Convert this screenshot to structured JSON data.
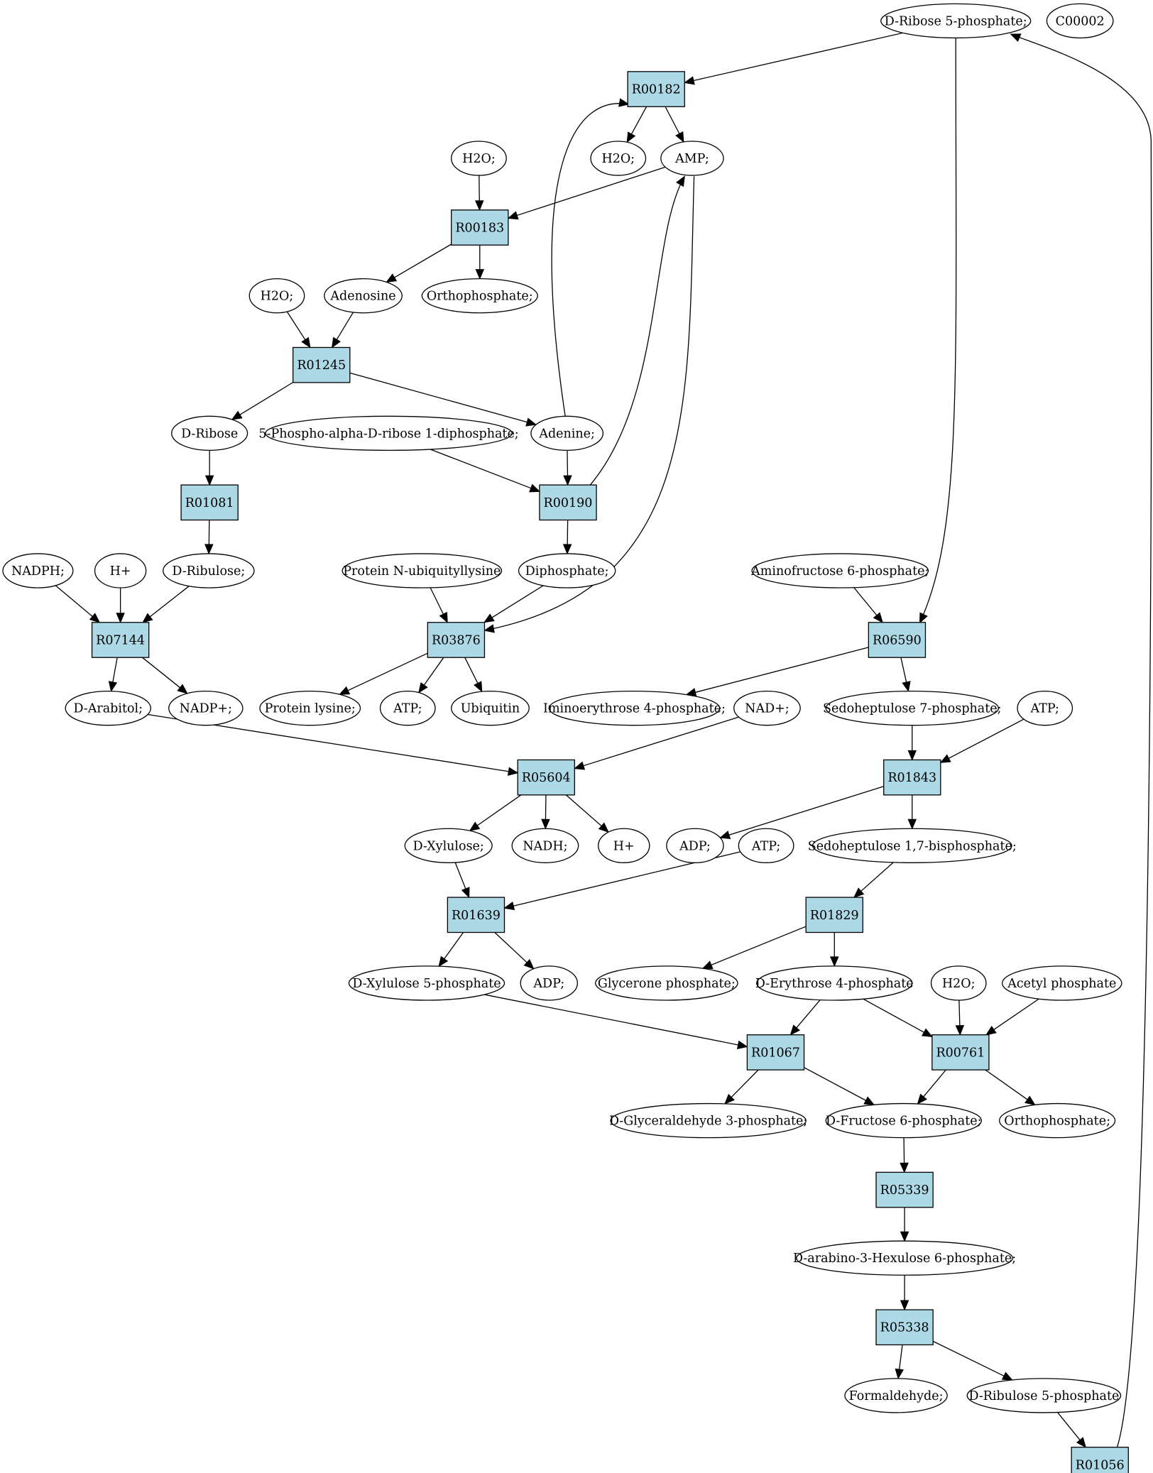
{
  "colors": {
    "reaction_fill": "#add8e6",
    "compound_fill": "#ffffff",
    "highlight_green": "#00ff00",
    "highlight_yellow": "#ffff00",
    "line": "#000000"
  },
  "compounds": [
    {
      "id": "c_rib5p",
      "label": "D-Ribose 5-phosphate;",
      "fill": "#00ff00"
    },
    {
      "id": "c_c00002",
      "label": "C00002",
      "fill": "#ffff00"
    },
    {
      "id": "c_h2o_1",
      "label": "H2O;"
    },
    {
      "id": "c_amp",
      "label": "AMP;"
    },
    {
      "id": "c_h2o_2",
      "label": "H2O;"
    },
    {
      "id": "c_h2o_3",
      "label": "H2O;"
    },
    {
      "id": "c_adenosine",
      "label": "Adenosine"
    },
    {
      "id": "c_ortho_1",
      "label": "Orthophosphate;"
    },
    {
      "id": "c_dribose",
      "label": "D-Ribose"
    },
    {
      "id": "c_prpp",
      "label": "5-Phospho-alpha-D-ribose 1-diphosphate;"
    },
    {
      "id": "c_adenine",
      "label": "Adenine;"
    },
    {
      "id": "c_nadph",
      "label": "NADPH;"
    },
    {
      "id": "c_hplus_1",
      "label": "H+"
    },
    {
      "id": "c_dribulose",
      "label": "D-Ribulose;"
    },
    {
      "id": "c_protubq",
      "label": "Protein N-ubiquityllysine"
    },
    {
      "id": "c_diphos",
      "label": "Diphosphate;"
    },
    {
      "id": "c_aminof6p",
      "label": "Aminofructose 6-phosphate;"
    },
    {
      "id": "c_darabitol",
      "label": "D-Arabitol;"
    },
    {
      "id": "c_nadpplus",
      "label": "NADP+;"
    },
    {
      "id": "c_protlys",
      "label": "Protein lysine;"
    },
    {
      "id": "c_atp_1",
      "label": "ATP;"
    },
    {
      "id": "c_ubiquitin",
      "label": "Ubiquitin"
    },
    {
      "id": "c_iminoery",
      "label": "Iminoerythrose 4-phosphate;"
    },
    {
      "id": "c_nadplus",
      "label": "NAD+;"
    },
    {
      "id": "c_sedo7p",
      "label": "Sedoheptulose 7-phosphate;"
    },
    {
      "id": "c_atp_2",
      "label": "ATP;"
    },
    {
      "id": "c_dxyl",
      "label": "D-Xylulose;"
    },
    {
      "id": "c_nadh",
      "label": "NADH;"
    },
    {
      "id": "c_hplus_2",
      "label": "H+"
    },
    {
      "id": "c_adp_1",
      "label": "ADP;"
    },
    {
      "id": "c_atp_3",
      "label": "ATP;"
    },
    {
      "id": "c_sedo17bp",
      "label": "Sedoheptulose 1,7-bisphosphate;"
    },
    {
      "id": "c_dxyl5p",
      "label": "D-Xylulose 5-phosphate"
    },
    {
      "id": "c_adp_2",
      "label": "ADP;"
    },
    {
      "id": "c_glycerone",
      "label": "Glycerone phosphate;"
    },
    {
      "id": "c_dery4p",
      "label": "D-Erythrose 4-phosphate"
    },
    {
      "id": "c_h2o_4",
      "label": "H2O;"
    },
    {
      "id": "c_acetylp",
      "label": "Acetyl phosphate"
    },
    {
      "id": "c_dga3p",
      "label": "D-Glyceraldehyde 3-phosphate;"
    },
    {
      "id": "c_dfru6p",
      "label": "D-Fructose 6-phosphate;"
    },
    {
      "id": "c_ortho_2",
      "label": "Orthophosphate;"
    },
    {
      "id": "c_hexulose",
      "label": "D-arabino-3-Hexulose 6-phosphate;"
    },
    {
      "id": "c_formald",
      "label": "Formaldehyde;"
    },
    {
      "id": "c_dribu5p",
      "label": "D-Ribulose 5-phosphate"
    }
  ],
  "reactions": [
    {
      "id": "r_R00182",
      "label": "R00182"
    },
    {
      "id": "r_R00183",
      "label": "R00183"
    },
    {
      "id": "r_R01245",
      "label": "R01245"
    },
    {
      "id": "r_R01081",
      "label": "R01081"
    },
    {
      "id": "r_R00190",
      "label": "R00190"
    },
    {
      "id": "r_R07144",
      "label": "R07144"
    },
    {
      "id": "r_R03876",
      "label": "R03876"
    },
    {
      "id": "r_R06590",
      "label": "R06590"
    },
    {
      "id": "r_R05604",
      "label": "R05604"
    },
    {
      "id": "r_R01843",
      "label": "R01843"
    },
    {
      "id": "r_R01639",
      "label": "R01639"
    },
    {
      "id": "r_R01829",
      "label": "R01829"
    },
    {
      "id": "r_R01067",
      "label": "R01067"
    },
    {
      "id": "r_R00761",
      "label": "R00761"
    },
    {
      "id": "r_R05339",
      "label": "R05339"
    },
    {
      "id": "r_R05338",
      "label": "R05338"
    },
    {
      "id": "r_R01056",
      "label": "R01056"
    }
  ],
  "edges": [
    {
      "from": "c_rib5p",
      "to": "r_R00182"
    },
    {
      "from": "r_R00182",
      "to": "c_h2o_1"
    },
    {
      "from": "r_R00182",
      "to": "c_amp"
    },
    {
      "from": "c_h2o_2",
      "to": "r_R00183"
    },
    {
      "from": "c_amp",
      "to": "r_R00183"
    },
    {
      "from": "r_R00183",
      "to": "c_adenosine"
    },
    {
      "from": "r_R00183",
      "to": "c_ortho_1"
    },
    {
      "from": "c_h2o_3",
      "to": "r_R01245"
    },
    {
      "from": "c_adenosine",
      "to": "r_R01245"
    },
    {
      "from": "r_R01245",
      "to": "c_dribose"
    },
    {
      "from": "r_R01245",
      "to": "c_adenine"
    },
    {
      "from": "c_adenine",
      "to": "r_R00182"
    },
    {
      "from": "c_dribose",
      "to": "r_R01081"
    },
    {
      "from": "c_prpp",
      "to": "r_R00190"
    },
    {
      "from": "c_adenine",
      "to": "r_R00190"
    },
    {
      "from": "r_R00190",
      "to": "c_amp"
    },
    {
      "from": "r_R01081",
      "to": "c_dribulose"
    },
    {
      "from": "r_R00190",
      "to": "c_diphos"
    },
    {
      "from": "c_amp",
      "to": "r_R03876"
    },
    {
      "from": "c_rib5p",
      "to": "r_R06590"
    },
    {
      "from": "c_nadph",
      "to": "r_R07144"
    },
    {
      "from": "c_hplus_1",
      "to": "r_R07144"
    },
    {
      "from": "c_dribulose",
      "to": "r_R07144"
    },
    {
      "from": "c_protubq",
      "to": "r_R03876"
    },
    {
      "from": "c_diphos",
      "to": "r_R03876"
    },
    {
      "from": "c_aminof6p",
      "to": "r_R06590"
    },
    {
      "from": "r_R07144",
      "to": "c_darabitol"
    },
    {
      "from": "r_R07144",
      "to": "c_nadpplus"
    },
    {
      "from": "r_R03876",
      "to": "c_protlys"
    },
    {
      "from": "r_R03876",
      "to": "c_atp_1"
    },
    {
      "from": "r_R03876",
      "to": "c_ubiquitin"
    },
    {
      "from": "r_R06590",
      "to": "c_iminoery"
    },
    {
      "from": "r_R06590",
      "to": "c_sedo7p"
    },
    {
      "from": "c_darabitol",
      "to": "r_R05604"
    },
    {
      "from": "c_nadplus",
      "to": "r_R05604"
    },
    {
      "from": "c_sedo7p",
      "to": "r_R01843"
    },
    {
      "from": "c_atp_2",
      "to": "r_R01843"
    },
    {
      "from": "r_R05604",
      "to": "c_dxyl"
    },
    {
      "from": "r_R05604",
      "to": "c_nadh"
    },
    {
      "from": "r_R05604",
      "to": "c_hplus_2"
    },
    {
      "from": "r_R01843",
      "to": "c_adp_1"
    },
    {
      "from": "r_R01843",
      "to": "c_sedo17bp"
    },
    {
      "from": "c_dxyl",
      "to": "r_R01639"
    },
    {
      "from": "c_atp_3",
      "to": "r_R01639"
    },
    {
      "from": "c_sedo17bp",
      "to": "r_R01829"
    },
    {
      "from": "r_R01639",
      "to": "c_dxyl5p"
    },
    {
      "from": "r_R01639",
      "to": "c_adp_2"
    },
    {
      "from": "r_R01829",
      "to": "c_glycerone"
    },
    {
      "from": "r_R01829",
      "to": "c_dery4p"
    },
    {
      "from": "c_dxyl5p",
      "to": "r_R01067"
    },
    {
      "from": "c_dery4p",
      "to": "r_R01067"
    },
    {
      "from": "c_dery4p",
      "to": "r_R00761"
    },
    {
      "from": "c_h2o_4",
      "to": "r_R00761"
    },
    {
      "from": "c_acetylp",
      "to": "r_R00761"
    },
    {
      "from": "r_R01067",
      "to": "c_dga3p"
    },
    {
      "from": "r_R01067",
      "to": "c_dfru6p"
    },
    {
      "from": "r_R00761",
      "to": "c_dfru6p"
    },
    {
      "from": "r_R00761",
      "to": "c_ortho_2"
    },
    {
      "from": "c_dfru6p",
      "to": "r_R05339"
    },
    {
      "from": "r_R05339",
      "to": "c_hexulose"
    },
    {
      "from": "c_hexulose",
      "to": "r_R05338"
    },
    {
      "from": "r_R05338",
      "to": "c_formald"
    },
    {
      "from": "r_R05338",
      "to": "c_dribu5p"
    },
    {
      "from": "c_dribu5p",
      "to": "r_R01056"
    },
    {
      "from": "r_R01056",
      "to": "c_rib5p"
    }
  ]
}
